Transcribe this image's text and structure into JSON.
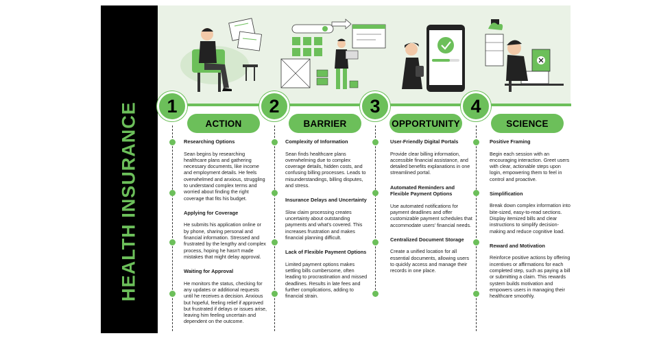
{
  "side_title": "HEALTH INSURANCE",
  "stages": [
    {
      "number": "1",
      "label": "ACTION",
      "items": [
        {
          "title": "Researching Options",
          "body": "Sean begins by researching healthcare plans and gathering necessary documents, like income and employment details. He feels overwhelmed and anxious, struggling to understand complex terms and worried about finding the right coverage that fits his budget."
        },
        {
          "title": "Applying for Coverage",
          "body": "He submits his application online or by phone, sharing personal and financial information. Stressed and frustrated by the lengthy and complex process, hoping he hasn't made mistakes that might delay approval."
        },
        {
          "title": "Waiting for Approval",
          "body": "He monitors the status, checking for any updates or additional requests until he receives a decision. Anxious but hopeful, feeling relief if approved but frustrated if delays or issues arise, leaving him feeling uncertain and dependent on the outcome."
        }
      ]
    },
    {
      "number": "2",
      "label": "BARRIER",
      "items": [
        {
          "title": "Complexity of Information",
          "body": "Sean finds healthcare plans overwhelming due to complex coverage details, hidden costs, and confusing billing processes. Leads to misunderstandings, billing disputes, and stress."
        },
        {
          "title": "Insurance Delays and Uncertainty",
          "body": "Slow claim processing creates uncertainty about outstanding payments and what's covered. This increases frustration and makes financial planning difficult."
        },
        {
          "title": "Lack of Flexible Payment Options",
          "body": "Limited payment options makes settling bills cumbersome, often leading to procrastination and missed deadlines. Results in late fees and further complications, adding to financial strain."
        }
      ]
    },
    {
      "number": "3",
      "label": "OPPORTUNITY",
      "items": [
        {
          "title": "User-Friendly Digital Portals",
          "body": "Provide clear billing information, accessible financial assistance, and detailed benefits explanations in one streamlined portal."
        },
        {
          "title": "Automated Reminders and Flexible Payment Options",
          "body": "Use automated notifications for payment deadlines and offer customizable payment schedules that accommodate users' financial needs."
        },
        {
          "title": "Centralized Document Storage",
          "body": "Create a unified location for all essential documents, allowing users to quickly access and manage their records in one place."
        }
      ]
    },
    {
      "number": "4",
      "label": "SCIENCE",
      "items": [
        {
          "title": "Positive Framing",
          "body": "Begin each session with an encouraging interaction. Greet users with clear, actionable steps upon login, empowering them to feel in control and proactive."
        },
        {
          "title": "Simplification",
          "body": "Break down complex information into bite-sized, easy-to-read sections. Display itemized bills and clear instructions to simplify decision-making and reduce cognitive load."
        },
        {
          "title": "Reward and Motivation",
          "body": "Reinforce positive actions by offering incentives or affirmations for each completed step, such as paying a bill or submitting a claim. This rewards system builds motivation and empowers users in managing their healthcare smoothly."
        }
      ]
    }
  ],
  "colors": {
    "accent": "#6cbf5a",
    "dark": "#000000",
    "banner": "#eaf2e6"
  },
  "illustrations": [
    "person-thinking-with-documents",
    "person-with-laptop-and-ui-blocks",
    "person-with-phone-checkmark",
    "person-at-desk-with-computer"
  ]
}
